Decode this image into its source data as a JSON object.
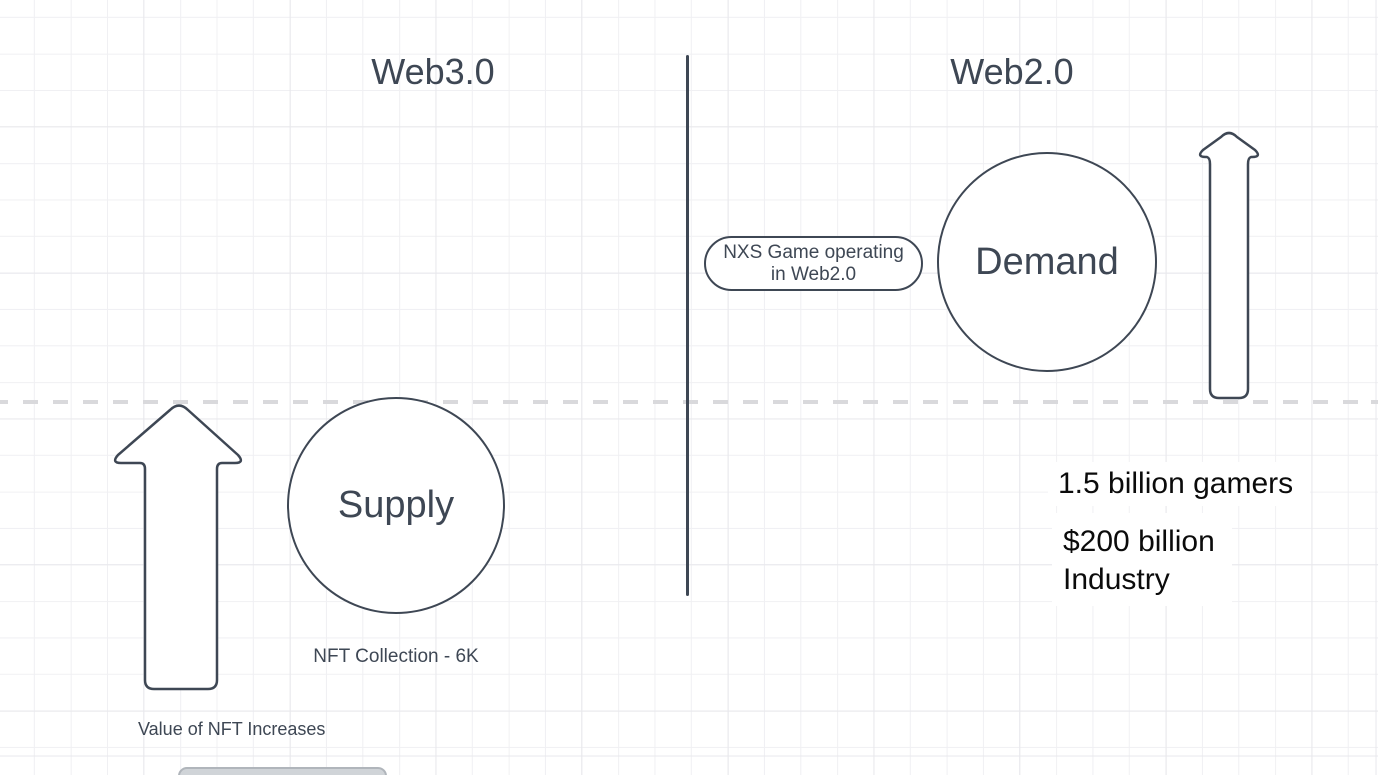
{
  "colors": {
    "canvas_bg": "#ffffff",
    "grid_minor": "#f0f0f3",
    "grid_major": "#e8e8ec",
    "stroke": "#3e4754",
    "shape_text": "#3e4754",
    "title_text": "#3e4754",
    "annotation_text": "#3e4754",
    "black_text": "#0b0b0b",
    "dashed_line": "#d9d9dc",
    "divider": "#3e4754",
    "gray_shape_fill": "#d0d4d8",
    "gray_shape_border": "#b0b5bb"
  },
  "titles": {
    "left": "Web3.0",
    "right": "Web2.0"
  },
  "shapes": {
    "supply_circle": {
      "label": "Supply"
    },
    "demand_circle": {
      "label": "Demand"
    },
    "nxs_stadium": {
      "line1": "NXS Game operating",
      "line2": "in Web2.0"
    },
    "left_arrow": {
      "type": "up-arrow"
    },
    "right_arrow": {
      "type": "up-arrow"
    }
  },
  "annotations": {
    "nft_collection": "NFT Collection - 6K",
    "value_of_nft": "Value of NFT Increases",
    "gamers": "1.5 billion gamers",
    "industry_line1": "$200 billion",
    "industry_line2": "Industry"
  }
}
